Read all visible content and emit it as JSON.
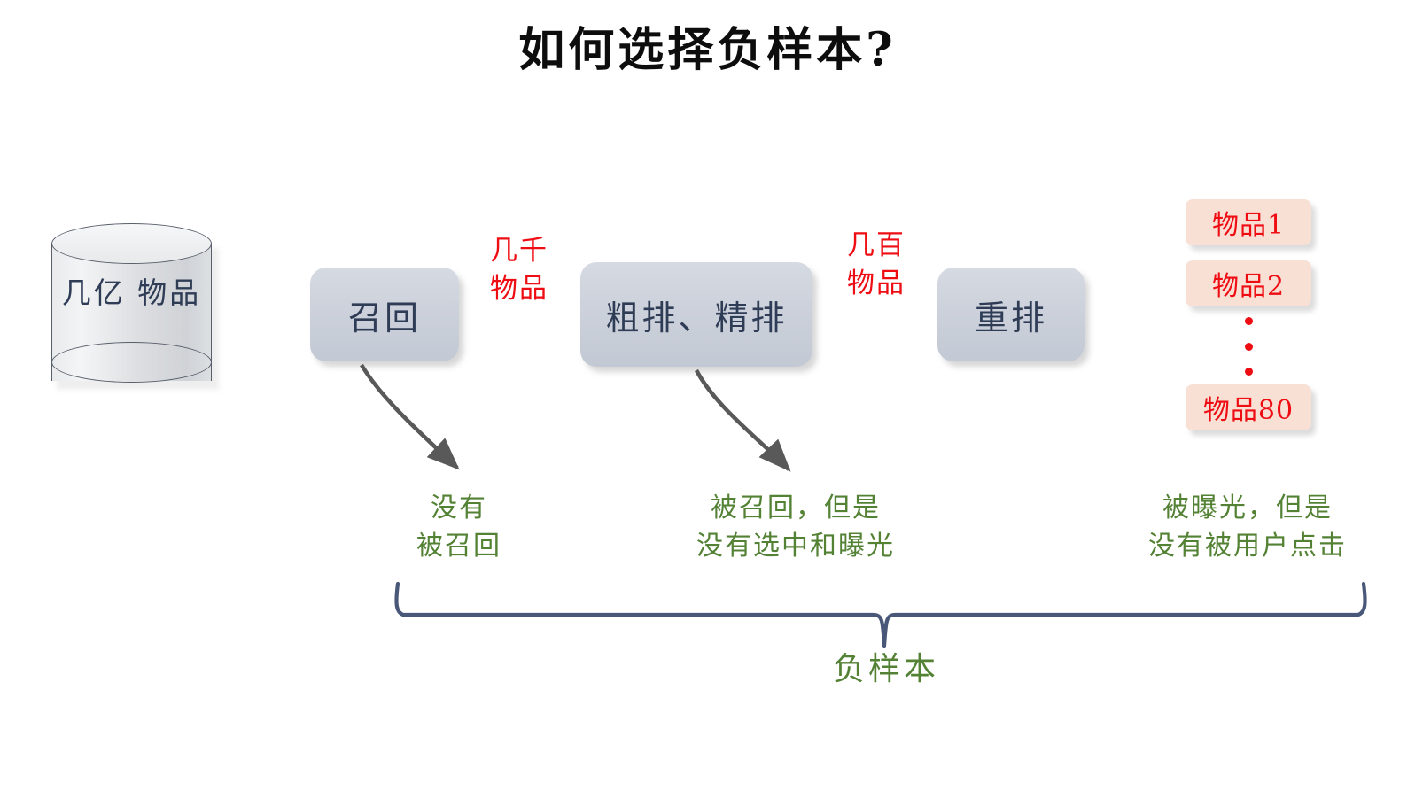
{
  "title": "如何选择负样本?",
  "colors": {
    "title": "#0d0d0d",
    "box_fill": "#ccd1db",
    "box_text": "#2f3c56",
    "item_fill": "#f8e0d4",
    "item_text": "#ef0d14",
    "flow_label": "#ef0d14",
    "note_green": "#548235",
    "arrow": "#595959",
    "brace": "#495878",
    "cylinder_fill": "#e0e2e5",
    "cylinder_stroke": "#595f6b"
  },
  "source": {
    "name": "database-cylinder",
    "label": "几亿\n物品"
  },
  "stages": [
    {
      "id": "recall",
      "label": "召回"
    },
    {
      "id": "rank",
      "label": "粗排、精排"
    },
    {
      "id": "rerank",
      "label": "重排"
    }
  ],
  "flow_labels": [
    {
      "id": "thousands",
      "text": "几千\n物品"
    },
    {
      "id": "hundreds",
      "text": "几百\n物品"
    }
  ],
  "results": {
    "items": [
      {
        "id": "item-1",
        "label": "物品1"
      },
      {
        "id": "item-2",
        "label": "物品2"
      },
      {
        "id": "item-80",
        "label": "物品80"
      }
    ],
    "ellipsis_dots": 3
  },
  "notes": [
    {
      "id": "not-recalled",
      "text": "没有\n被召回"
    },
    {
      "id": "recalled-not-shown",
      "text": "被召回，但是\n没有选中和曝光"
    },
    {
      "id": "shown-not-clicked",
      "text": "被曝光，但是\n没有被用户点击"
    }
  ],
  "brace": {
    "label": "负样本"
  }
}
